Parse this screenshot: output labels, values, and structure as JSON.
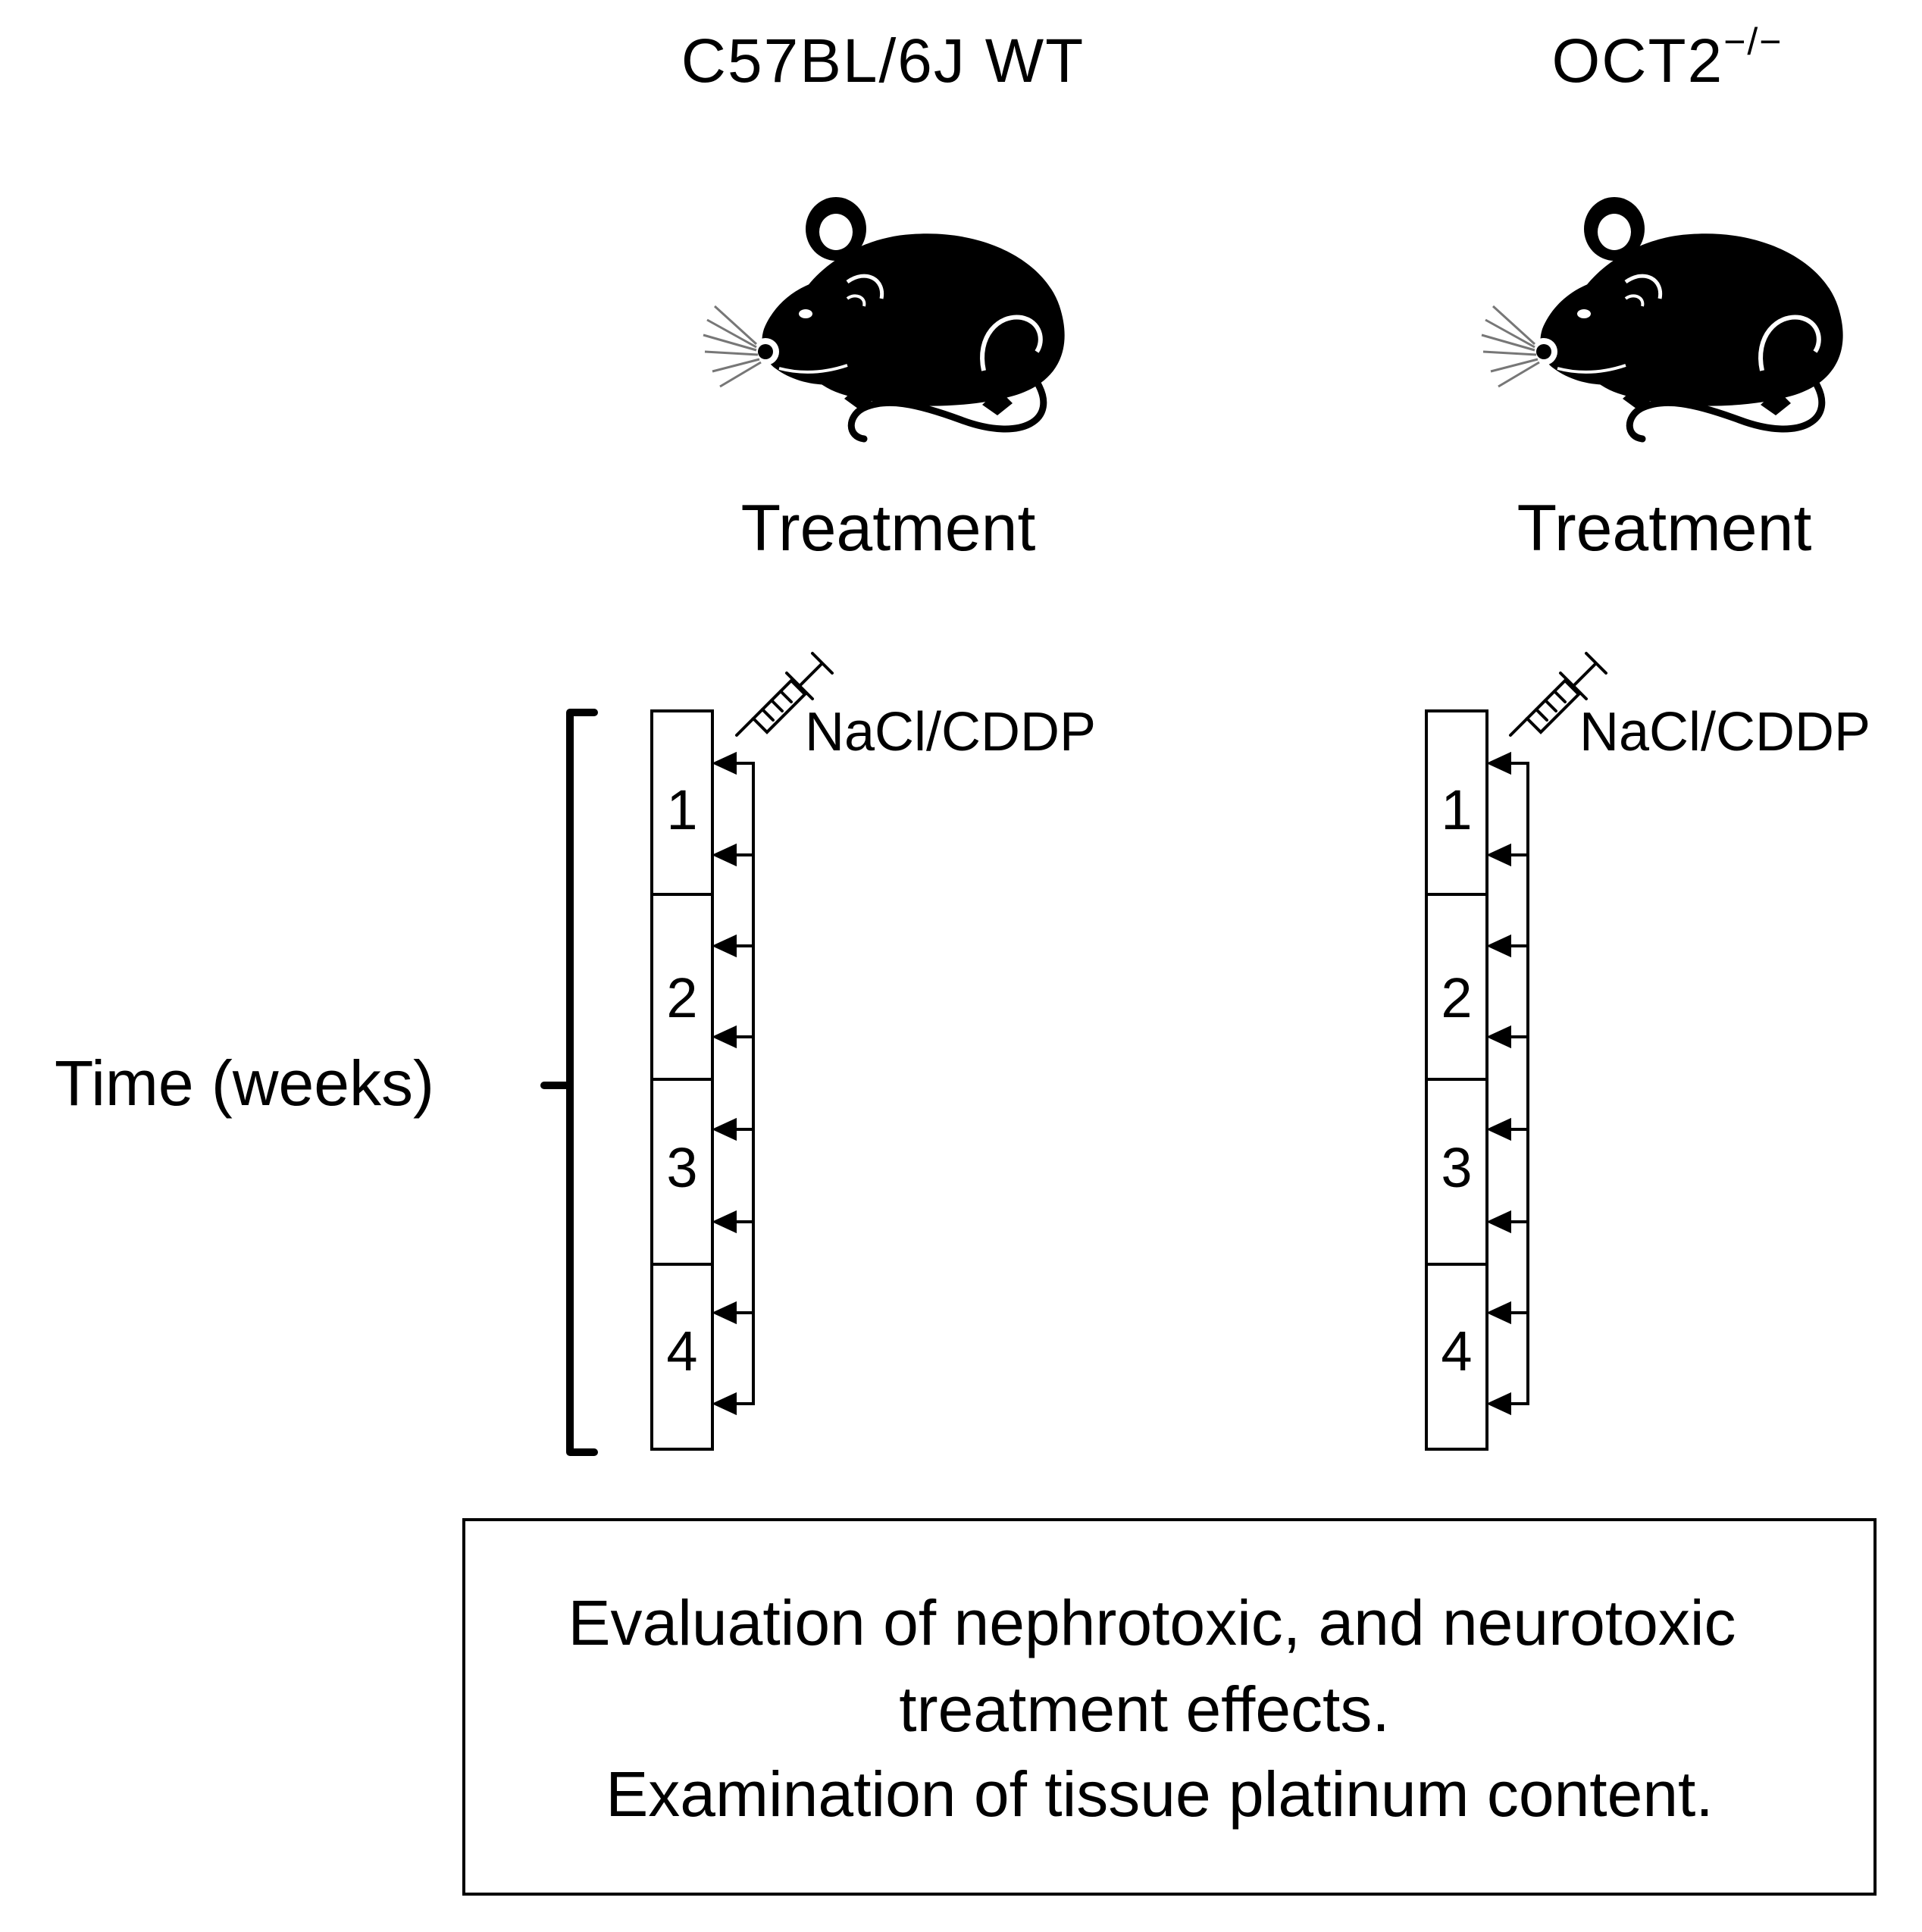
{
  "groups": [
    {
      "title": "C57BL/6J WT",
      "treatment_label": "Treatment",
      "drug_label": "NaCl/CDDP",
      "weeks": [
        "1",
        "2",
        "3",
        "4"
      ],
      "injections_per_week": 2
    },
    {
      "title_main": "OCT2",
      "title_sup": "−/−",
      "treatment_label": "Treatment",
      "drug_label": "NaCl/CDDP",
      "weeks": [
        "1",
        "2",
        "3",
        "4"
      ],
      "injections_per_week": 2
    }
  ],
  "time_axis_label": "Time (weeks)",
  "summary": {
    "line1": "Evaluation of nephrotoxic, and neurotoxic",
    "line2": "treatment effects.",
    "line3": "Examination of tissue platinum content."
  },
  "icons": {
    "animal": "mouse-icon",
    "injection": "syringe-icon"
  },
  "colors": {
    "foreground": "#000000",
    "background": "#ffffff"
  }
}
